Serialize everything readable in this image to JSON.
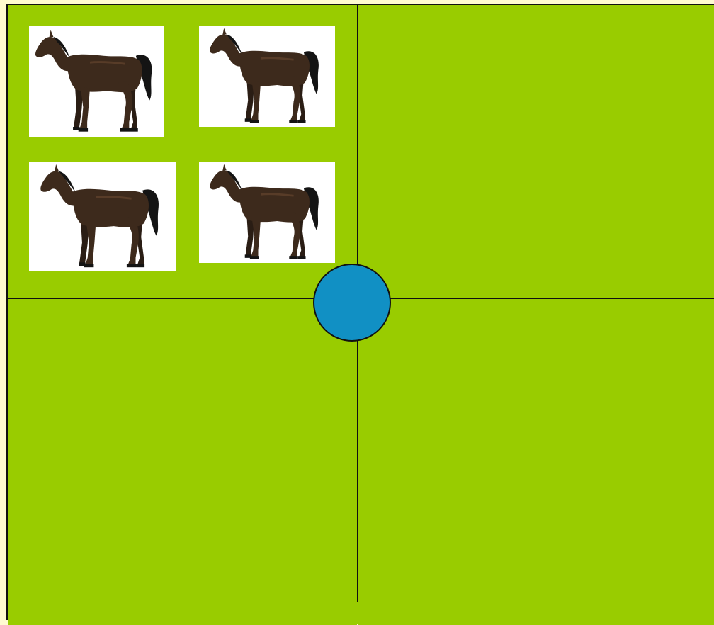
{
  "game": {
    "board": {
      "quadrants": [
        {
          "name": "top-left",
          "items": [
            {
              "animal": "horse",
              "icon": "horse-icon"
            },
            {
              "animal": "horse",
              "icon": "horse-icon"
            },
            {
              "animal": "horse",
              "icon": "horse-icon"
            },
            {
              "animal": "horse",
              "icon": "horse-icon"
            }
          ]
        },
        {
          "name": "top-right",
          "items": []
        },
        {
          "name": "bottom-left",
          "items": []
        },
        {
          "name": "bottom-right",
          "items": []
        }
      ],
      "horse_count_top_left": 4,
      "center_token": {
        "shape": "circle",
        "color": "#1190c4"
      }
    },
    "colors": {
      "field": "#99cc00",
      "divider": "#111111",
      "token": "#1190c4",
      "card": "#ffffff",
      "horse_body": "#3d2a1c",
      "horse_mane": "#141414"
    }
  }
}
